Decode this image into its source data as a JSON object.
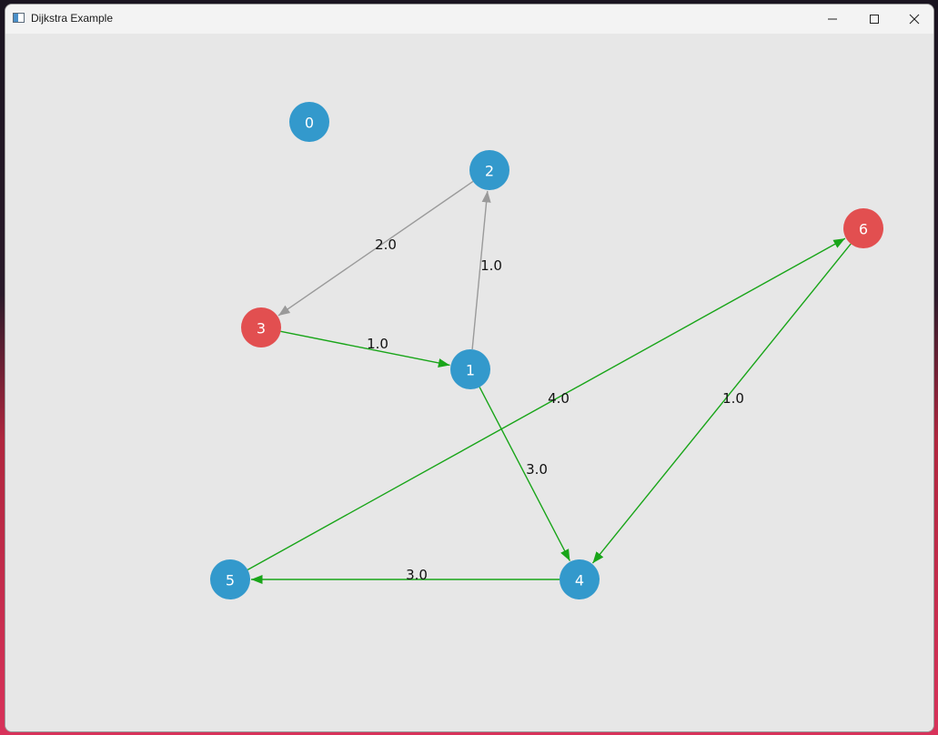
{
  "window": {
    "title": "Dijkstra Example",
    "buttons": {
      "minimize": "minimize-icon",
      "maximize": "maximize-icon",
      "close": "close-icon"
    }
  },
  "colors": {
    "node_default": "#3399cc",
    "node_highlight": "#e24f50",
    "edge_path": "#19a519",
    "edge_default": "#9a9a9a",
    "canvas_bg": "#e7e7e7"
  },
  "graph": {
    "nodes": [
      {
        "id": "0",
        "state": "default"
      },
      {
        "id": "1",
        "state": "default"
      },
      {
        "id": "2",
        "state": "default"
      },
      {
        "id": "3",
        "state": "highlight"
      },
      {
        "id": "4",
        "state": "default"
      },
      {
        "id": "5",
        "state": "default"
      },
      {
        "id": "6",
        "state": "highlight"
      }
    ],
    "edges": [
      {
        "from": "2",
        "to": "3",
        "weight": "2.0",
        "state": "default"
      },
      {
        "from": "1",
        "to": "2",
        "weight": "1.0",
        "state": "default"
      },
      {
        "from": "3",
        "to": "1",
        "weight": "1.0",
        "state": "path"
      },
      {
        "from": "1",
        "to": "4",
        "weight": "3.0",
        "state": "path"
      },
      {
        "from": "5",
        "to": "6",
        "weight": "4.0",
        "state": "path"
      },
      {
        "from": "6",
        "to": "4",
        "weight": "1.0",
        "state": "path"
      },
      {
        "from": "4",
        "to": "5",
        "weight": "3.0",
        "state": "path"
      }
    ]
  }
}
